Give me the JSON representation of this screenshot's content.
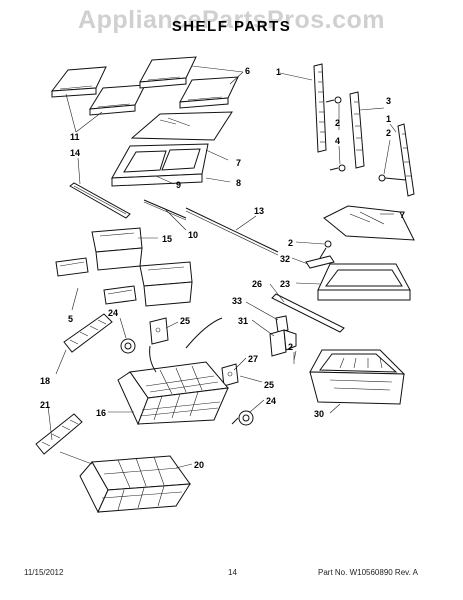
{
  "watermark": "AppliancePartsPros.com",
  "title": "SHELF PARTS",
  "footer": {
    "date": "11/15/2012",
    "page": "14",
    "part_rev": "Part No. W10560890  Rev. A"
  },
  "callouts": {
    "c1": "1",
    "c2a": "2",
    "c2b": "2",
    "c2c": "2",
    "c2d": "2",
    "c3": "3",
    "c4": "4",
    "c5": "5",
    "c6": "6",
    "c7a": "7",
    "c7b": "7",
    "c8": "8",
    "c9": "9",
    "c10": "10",
    "c11": "11",
    "c13": "13",
    "c14": "14",
    "c15": "15",
    "c16": "16",
    "c18": "18",
    "c20": "20",
    "c21": "21",
    "c23": "23",
    "c24a": "24",
    "c24b": "24",
    "c25a": "25",
    "c25b": "25",
    "c26": "26",
    "c27": "27",
    "c30": "30",
    "c31": "31",
    "c32": "32",
    "c33": "33"
  }
}
